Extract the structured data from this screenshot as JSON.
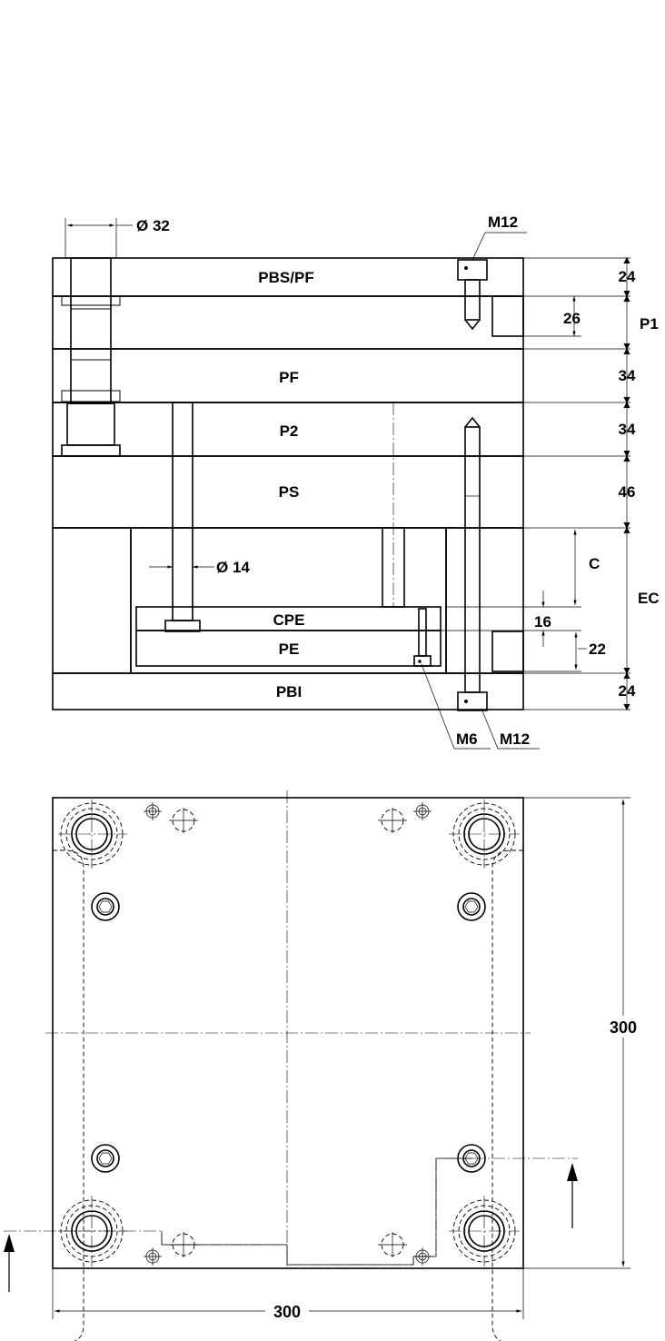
{
  "section_labels": {
    "pbs_pf": "PBS/PF",
    "pf": "PF",
    "p2": "P2",
    "ps": "PS",
    "cpe": "CPE",
    "pe": "PE",
    "pbi": "PBI"
  },
  "callouts": {
    "diameter_32": "Ø 32",
    "diameter_14": "Ø 14",
    "m12_top": "M12",
    "m12_bottom": "M12",
    "m6": "M6"
  },
  "dimensions": {
    "d24_top": "24",
    "d26": "26",
    "p1": "P1",
    "d34_pf": "34",
    "d34_p2": "34",
    "d46": "46",
    "c": "C",
    "ec": "EC",
    "d16": "16",
    "d22": "22",
    "d24_bottom": "24",
    "plan_height": "300",
    "plan_width": "300"
  }
}
